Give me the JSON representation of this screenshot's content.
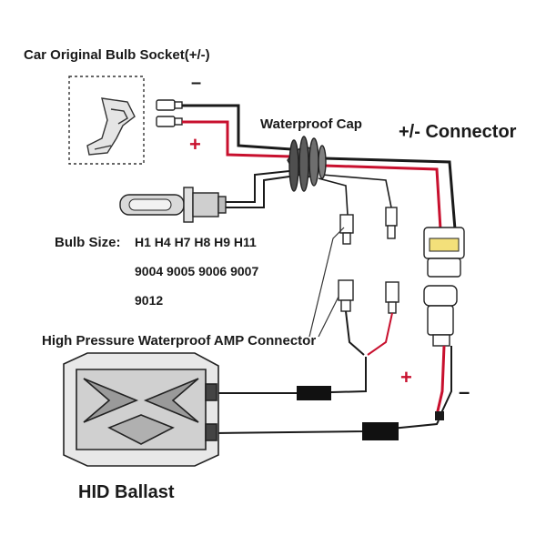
{
  "labels": {
    "socket": "Car Original Bulb Socket(+/-)",
    "waterproof_cap": "Waterproof Cap",
    "connector": "+/-  Connector",
    "bulb_size_title": "Bulb Size:",
    "bulb_size_line1": "H1 H4 H7 H8 H9 H11",
    "bulb_size_line2": "9004 9005 9006 9007",
    "bulb_size_line3": "9012",
    "amp_connector": "High Pressure Waterproof AMP Connector",
    "ballast": "HID Ballast"
  },
  "signs": {
    "socket_minus": "–",
    "socket_plus": "+",
    "ballast_plus": "+",
    "ballast_minus": "–"
  },
  "colors": {
    "red_wire": "#c8102e",
    "black_wire": "#1a1a1a",
    "plus_sign": "#c8102e"
  }
}
